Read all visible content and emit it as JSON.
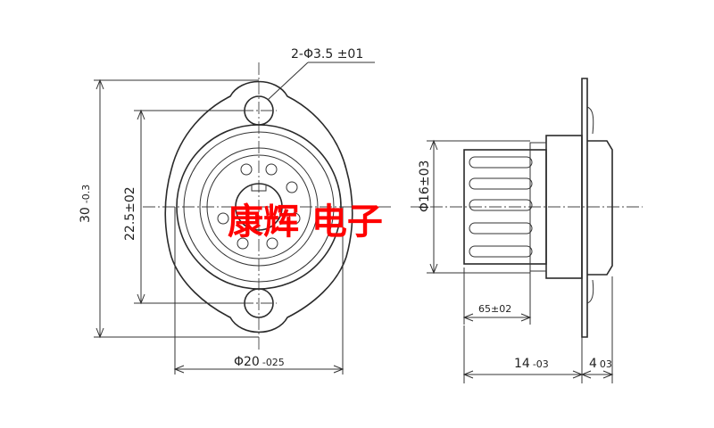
{
  "dimensions": {
    "hole": "2-Φ3.5 ±01",
    "height_total": "30",
    "height_total_tol": "-0.3",
    "hole_spacing": "22.5±02",
    "body_dia": "Φ16±03",
    "base_dia": "Φ20",
    "base_dia_tol": "-025",
    "pin_len": "65±02",
    "depth": "14",
    "depth_tol": "-03",
    "flange": "4",
    "flange_tol": "03"
  },
  "watermark": "康辉 电子",
  "colors": {
    "line": "#2a2a2a",
    "watermark": "#ff0000",
    "background": "#ffffff"
  }
}
